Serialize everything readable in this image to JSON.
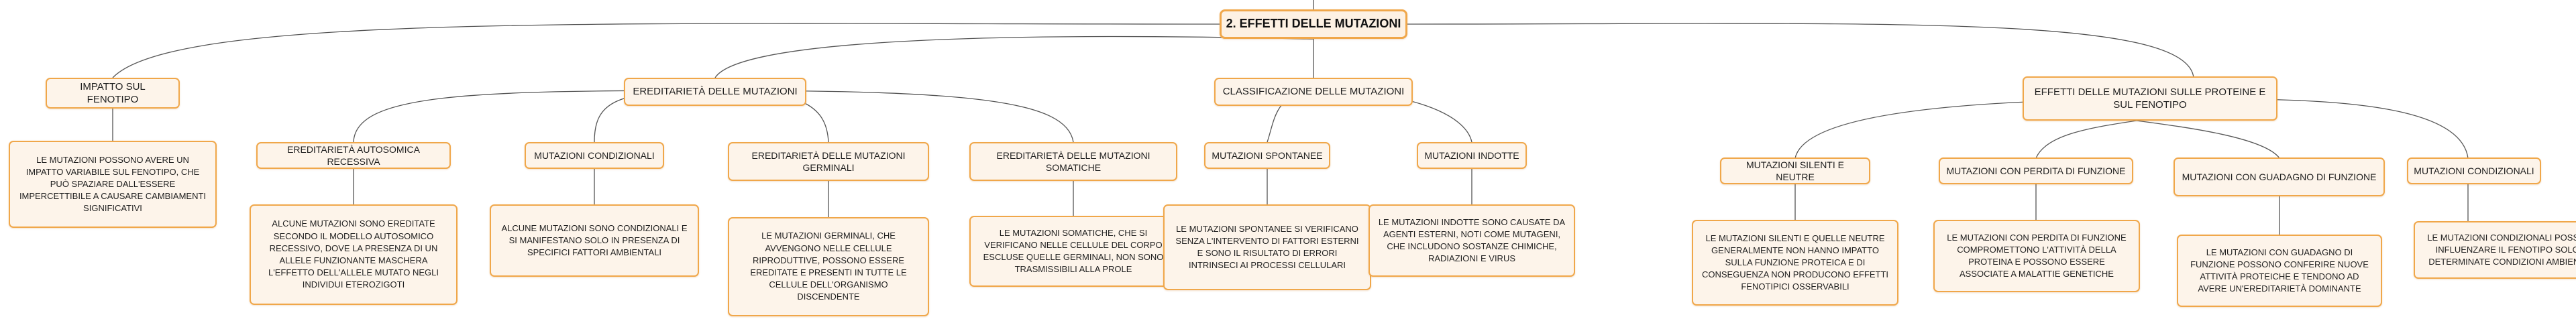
{
  "root": {
    "label": "2. EFFETTI DELLE MUTAZIONI"
  },
  "branches": [
    {
      "label": "IMPATTO SUL FENOTIPO",
      "children": [
        {
          "label": "LE MUTAZIONI POSSONO AVERE UN IMPATTO VARIABILE SUL FENOTIPO, CHE PUÒ SPAZIARE DALL'ESSERE IMPERCETTIBILE A CAUSARE CAMBIAMENTI SIGNIFICATIVI"
        }
      ]
    },
    {
      "label": "EREDITARIETÀ DELLE MUTAZIONI",
      "children": [
        {
          "label": "EREDITARIETÀ AUTOSOMICA RECESSIVA",
          "detail": "ALCUNE MUTAZIONI SONO EREDITATE SECONDO IL MODELLO AUTOSOMICO RECESSIVO, DOVE LA PRESENZA DI UN ALLELE FUNZIONANTE MASCHERA L'EFFETTO DELL'ALLELE MUTATO NEGLI INDIVIDUI ETEROZIGOTI"
        },
        {
          "label": "MUTAZIONI CONDIZIONALI",
          "detail": "ALCUNE MUTAZIONI SONO CONDIZIONALI E SI MANIFESTANO SOLO IN PRESENZA DI SPECIFICI FATTORI AMBIENTALI"
        },
        {
          "label": "EREDITARIETÀ DELLE MUTAZIONI GERMINALI",
          "detail": "LE MUTAZIONI GERMINALI, CHE AVVENGONO NELLE CELLULE RIPRODUTTIVE, POSSONO ESSERE EREDITATE E PRESENTI IN TUTTE LE CELLULE DELL'ORGANISMO DISCENDENTE"
        },
        {
          "label": "EREDITARIETÀ DELLE MUTAZIONI SOMATICHE",
          "detail": "LE MUTAZIONI SOMATICHE, CHE SI VERIFICANO NELLE CELLULE DEL CORPO ESCLUSE QUELLE GERMINALI, NON SONO TRASMISSIBILI ALLA PROLE"
        }
      ]
    },
    {
      "label": "CLASSIFICAZIONE DELLE MUTAZIONI",
      "children": [
        {
          "label": "MUTAZIONI SPONTANEE",
          "detail": "LE MUTAZIONI SPONTANEE SI VERIFICANO SENZA L'INTERVENTO DI FATTORI ESTERNI E SONO IL RISULTATO DI ERRORI INTRINSECI AI PROCESSI CELLULARI"
        },
        {
          "label": "MUTAZIONI INDOTTE",
          "detail": "LE MUTAZIONI INDOTTE SONO CAUSATE DA AGENTI ESTERNI, NOTI COME MUTAGENI, CHE INCLUDONO SOSTANZE CHIMICHE, RADIAZIONI E VIRUS"
        }
      ]
    },
    {
      "label": "EFFETTI DELLE MUTAZIONI SULLE PROTEINE E SUL FENOTIPO",
      "children": [
        {
          "label": "MUTAZIONI SILENTI E NEUTRE",
          "detail": "LE MUTAZIONI SILENTI E QUELLE NEUTRE GENERALMENTE NON HANNO IMPATTO SULLA FUNZIONE PROTEICA E DI CONSEGUENZA NON PRODUCONO EFFETTI FENOTIPICI OSSERVABILI"
        },
        {
          "label": "MUTAZIONI CON PERDITA DI FUNZIONE",
          "detail": "LE MUTAZIONI CON PERDITA DI FUNZIONE COMPROMETTONO L'ATTIVITÀ DELLA PROTEINA E POSSONO ESSERE ASSOCIATE A MALATTIE GENETICHE"
        },
        {
          "label": "MUTAZIONI CON GUADAGNO DI FUNZIONE",
          "detail": "LE MUTAZIONI CON GUADAGNO DI FUNZIONE POSSONO CONFERIRE NUOVE ATTIVITÀ PROTEICHE E TENDONO AD AVERE UN'EREDITARIETÀ DOMINANTE"
        },
        {
          "label": "MUTAZIONI CONDIZIONALI",
          "detail": "LE MUTAZIONI CONDIZIONALI POSSONO INFLUENZARE IL FENOTIPO SOLO IN DETERMINATE CONDIZIONI AMBIENTALI"
        }
      ]
    }
  ],
  "colors": {
    "node_fill": "#fdf4ea",
    "node_border": "#f0a74a",
    "connector": "#555555"
  }
}
